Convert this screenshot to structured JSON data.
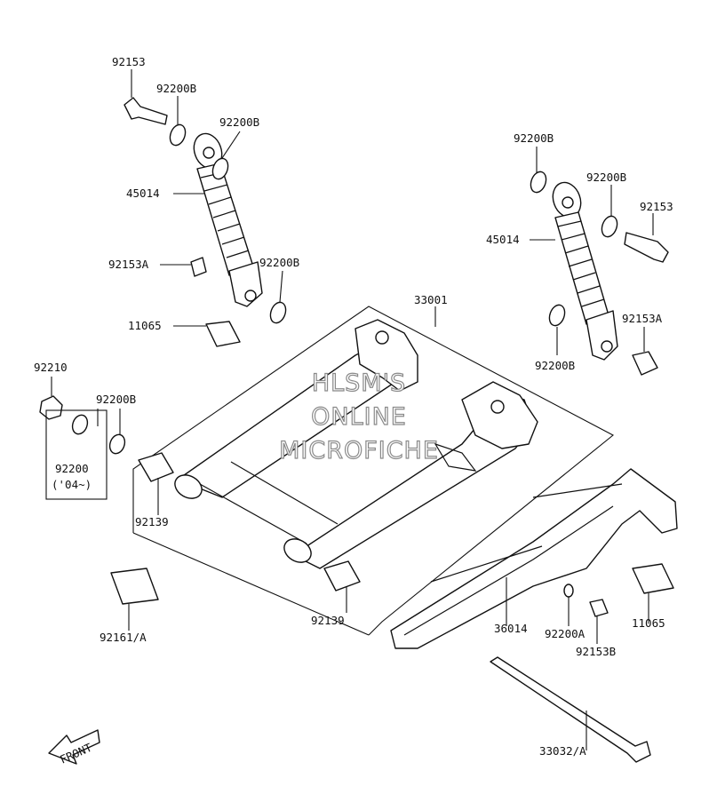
{
  "watermark": {
    "line1": "HLSM'S",
    "line2": "ONLINE",
    "line3": "MICROFICHE"
  },
  "front_arrow": {
    "label": "FRONT"
  },
  "callouts": {
    "c92153_left": "92153",
    "c92200B_1": "92200B",
    "c92200B_2": "92200B",
    "c45014_left": "45014",
    "c92153A_left": "92153A",
    "c92200B_3": "92200B",
    "c11065_left": "11065",
    "c33001": "33001",
    "c92210": "92210",
    "c92200B_4": "92200B",
    "c92200_line1": "92200",
    "c92200_line2": "('04~)",
    "c92139_left": "92139",
    "c92161A": "92161/A",
    "c92139_right": "92139",
    "c92200B_r1": "92200B",
    "c92200B_r2": "92200B",
    "c92153_right": "92153",
    "c45014_right": "45014",
    "c92153A_right": "92153A",
    "c92200B_r3": "92200B",
    "c36014": "36014",
    "c92200A": "92200A",
    "c11065_right": "11065",
    "c92153B": "92153B",
    "c33032A": "33032/A"
  }
}
